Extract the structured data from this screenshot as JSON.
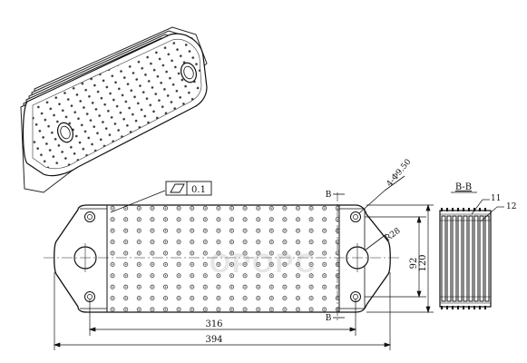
{
  "watermark": "OPOPC",
  "flatness_callout": {
    "value": "0.1"
  },
  "section_marker": "B",
  "section_title": "B-B",
  "dimensions": {
    "hole_callout": "4-Φ9.50",
    "radius": "R28",
    "center_height": "92",
    "total_height": "120",
    "hole_spacing": "316",
    "overall_length": "394"
  },
  "part_numbers": [
    "11",
    "12"
  ]
}
